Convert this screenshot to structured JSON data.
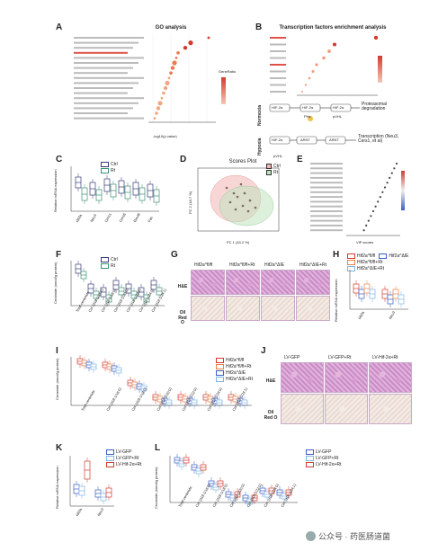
{
  "panels": {
    "A": {
      "letter": "A",
      "title": "GO analysis",
      "xlabel": "-log10(p value)",
      "legend_title": "GeneRatio"
    },
    "B": {
      "letter": "B",
      "title": "Transcription factors enrichment analysis",
      "diagram": {
        "normoxia": "Normoxia",
        "hypoxia": "Hypoxia",
        "hif2a": "HIF-2α",
        "ph": "PHs",
        "vhl": "pVHL",
        "ub": "Ub",
        "proteasomal": "Proteasomal degradation",
        "arnt": "ARNT",
        "transcription": "Transcription (Neu3, Cers1, et al)"
      }
    },
    "C": {
      "letter": "C",
      "ylabel": "Relative mRNA expression",
      "legend": [
        "Ctrl",
        "Rt"
      ],
      "genes": [
        "Hif2a",
        "Neu3",
        "Cers1",
        "Cers6",
        "Elovl6",
        "Fas"
      ]
    },
    "D": {
      "letter": "D",
      "title": "Scores Plot",
      "xlabel": "PC 1 (43.2 %)",
      "ylabel": "PC 2 (18.7 %)",
      "legend": [
        "Ctrl",
        "Rt"
      ]
    },
    "E": {
      "letter": "E",
      "xlabel": "VIP scores"
    },
    "F": {
      "letter": "F",
      "ylabel": "Ceramide (nmol/g protein)",
      "legend": [
        "Ctrl",
        "Rt"
      ],
      "categories": [
        "Total ceramide",
        "Cer (d18:1/16:0)",
        "Cer (d18:1/18:0)",
        "Cer (d18:1/20:0)",
        "Cer (d18:1/22:0)",
        "Cer (d18:1/24:0)",
        "Cer (d18:1/24:1)"
      ]
    },
    "G": {
      "letter": "G",
      "columns": [
        "Hif2a^fl/fl",
        "Hif2a^fl/fl+Rt",
        "Hif2a^ΔIE",
        "Hif2a^ΔIE+Rt"
      ],
      "rows": [
        "H&E",
        "Oil Red O"
      ]
    },
    "H": {
      "letter": "H",
      "ylabel": "Relative mRNA expression",
      "legend": [
        "Hif2a^fl/fl",
        "Hif2a^ΔIE",
        "Hif2a^fl/fl+Rt",
        "Hif2a^ΔIE+Rt"
      ],
      "genes": [
        "Hif2a",
        "Neu3"
      ]
    },
    "I": {
      "letter": "I",
      "ylabel": "Ceramide (nmol/g protein)",
      "legend": [
        "Hif2a^fl/fl",
        "Hif2a^fl/fl+Rt",
        "Hif2a^ΔIE",
        "Hif2a^ΔIE+Rt"
      ],
      "categories": [
        "Total ceramide",
        "Cer (d18:1/16:0)",
        "Cer (d18:1/18:0)",
        "Cer (d18:1/20:0)",
        "Cer (d18:1/22:0)",
        "Cer (d18:1/24:0)",
        "Cer (d18:1/24:1)"
      ]
    },
    "J": {
      "letter": "J",
      "columns": [
        "LV-GFP",
        "LV-GFP+Rt",
        "LV-Hif-2α+Rt"
      ],
      "rows": [
        "H&E",
        "Oil Red O"
      ]
    },
    "K": {
      "letter": "K",
      "ylabel": "Relative mRNA expression",
      "legend": [
        "LV-GFP",
        "LV-GFP+Rt",
        "LV-Hif-2α+Rt"
      ],
      "genes": [
        "Hif2a",
        "Neu3"
      ]
    },
    "L": {
      "letter": "L",
      "ylabel": "Ceramide (nmol/g protein)",
      "legend": [
        "LV-GFP",
        "LV-GFP+Rt",
        "LV-Hif-2α+Rt"
      ],
      "categories": [
        "Total ceramide",
        "Cer (d18:1/16:0)",
        "Cer (d18:1/18:0)",
        "Cer (d18:1/20:0)",
        "Cer (d18:1/22:0)",
        "Cer (d18:1/24:0)",
        "Cer (d18:1/24:1)"
      ]
    }
  },
  "colors": {
    "ctrl": "#3a3a7a",
    "rt": "#3f8f74",
    "red": "#d43b2f",
    "orange": "#e8834a",
    "blue": "#3b5fc4",
    "lightblue": "#7fb6e8",
    "pink": "#e59ab8"
  },
  "watermark": {
    "text": "公众号 · 药医肠道菌"
  }
}
